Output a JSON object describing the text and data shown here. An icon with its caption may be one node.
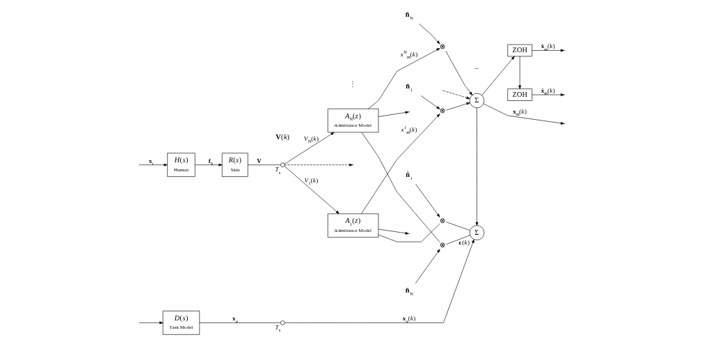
{
  "diagram": {
    "nodes": [
      {
        "text": [
          "*H*(*s*)",
          "Human"
        ]
      },
      {
        "text": [
          "*R*(*s*)",
          "Skin"
        ]
      },
      {
        "text": [],
        "shape": "switch",
        "beside": [
          "*T*$_{s}$"
        ]
      },
      {
        "text": [
          "*A*$_{1}$(*z*)",
          "Admittance Model"
        ]
      },
      {
        "text": [
          "*A*$_{N}$(*z*)",
          "Admittance Model"
        ]
      },
      {
        "text": [
          "⊗"
        ]
      },
      {
        "text": [
          "⊗"
        ]
      },
      {
        "text": [
          "⊗"
        ]
      },
      {
        "text": [
          "⊗"
        ]
      },
      {
        "text": [
          "Σ"
        ]
      },
      {
        "text": [
          "ZOH"
        ]
      },
      {
        "text": [
          "ZOH"
        ]
      },
      {
        "text": [
          "Σ"
        ],
        "beside": [
          "**ϵ**(*k*)"
        ]
      },
      {
        "text": [
          "*D*(*s*)",
          "Task Model"
        ]
      },
      {
        "text": [],
        "shape": "switch",
        "beside": [
          "*T*$_{s}$"
        ]
      },
      {
        "text": [
          "**n̂**$_{1}$"
        ]
      },
      {
        "text": [
          "**n̂**$_{1}$"
        ]
      },
      {
        "text": [
          "**n̂**$_{N}$"
        ]
      },
      {
        "text": [
          "**n̂**$_{N}$"
        ]
      }
    ],
    "edges": [
      {
        "from": null,
        "to": 0,
        "arrow": "to",
        "label": "**x**$_{r}$"
      },
      {
        "from": null,
        "to": 13,
        "arrow": "to"
      },
      {
        "from": 0,
        "to": 1,
        "arrow": "to",
        "label": "**f**$_{h}$"
      },
      {
        "from": 1,
        "to": 2,
        "arrow": "none",
        "label": "**V**"
      },
      {
        "from": 2,
        "to": 3,
        "arrow": "to",
        "label": "*V*$_{1}$(*k*)"
      },
      {
        "from": 2,
        "to": 4,
        "arrow": "to",
        "label": "*V*$_{N}$(*k*)"
      },
      {
        "from": 2,
        "to": null,
        "arrow": "to",
        "style": "dashed"
      },
      {
        "from": 3,
        "to": null,
        "arrow": "to"
      },
      {
        "from": 4,
        "to": null,
        "arrow": "to"
      },
      {
        "from": 3,
        "to": 5,
        "arrow": "to",
        "label": "*x*$^{1}$$_{m}$(*k*)"
      },
      {
        "from": 15,
        "to": 5,
        "arrow": "to"
      },
      {
        "from": 3,
        "to": 6,
        "arrow": "none"
      },
      {
        "from": 16,
        "to": 6,
        "arrow": "to"
      },
      {
        "from": 4,
        "to": 7,
        "arrow": "to",
        "label": "*x*$^{N}$$_{m}$(*k*)"
      },
      {
        "from": 17,
        "to": 7,
        "arrow": "to"
      },
      {
        "from": 4,
        "to": 8,
        "arrow": "none"
      },
      {
        "from": 18,
        "to": 8,
        "arrow": "to"
      },
      {
        "from": 5,
        "to": 9,
        "arrow": "to"
      },
      {
        "from": 7,
        "to": 9,
        "arrow": "to"
      },
      {
        "from": 9,
        "to": null,
        "arrow": "to",
        "label": "**x**$_{m}$(*k*)"
      },
      {
        "from": null,
        "to": 9,
        "arrow": "to",
        "style": "dashed"
      },
      {
        "from": 9,
        "to": 10,
        "arrow": "to"
      },
      {
        "from": 10,
        "to": null,
        "arrow": "to",
        "label": "**ẋ**$_{m}$(*k*)"
      },
      {
        "from": 10,
        "to": 11,
        "arrow": "to"
      },
      {
        "from": 11,
        "to": null,
        "arrow": "to",
        "label": "**ẍ**$_{m}$(*k*)"
      },
      {
        "from": 9,
        "to": 12,
        "arrow": "to"
      },
      {
        "from": 6,
        "to": 12,
        "arrow": "none"
      },
      {
        "from": 8,
        "to": 12,
        "arrow": "none"
      },
      {
        "from": 13,
        "to": 14,
        "arrow": "none",
        "label": "**x**$_{d}$"
      },
      {
        "from": 14,
        "to": 12,
        "arrow": "to",
        "label": "**x**$_{d}$(*k*)"
      }
    ],
    "labels": [
      "**V**(*k*)",
      "⋮",
      "−"
    ]
  }
}
